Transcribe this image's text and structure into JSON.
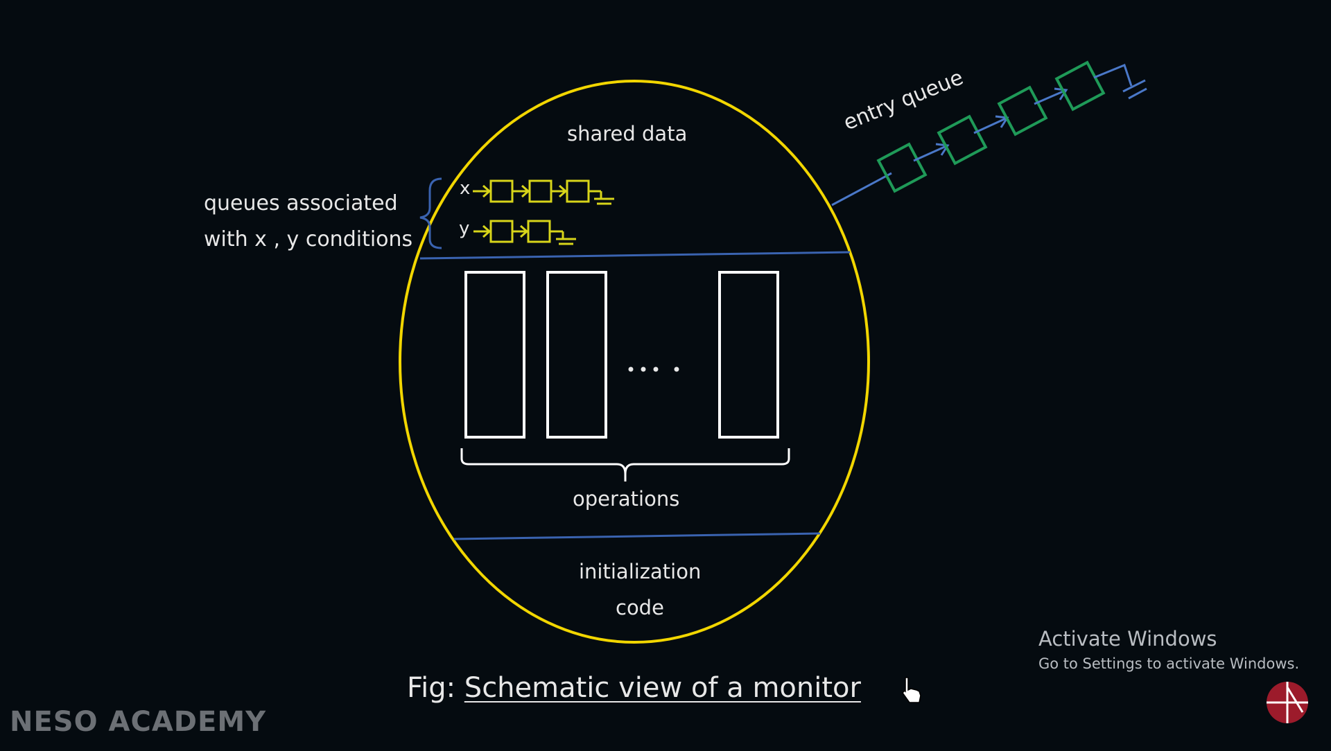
{
  "diagram": {
    "shared_data_label": "shared data",
    "queues_label_line1": "queues associated",
    "queues_label_line2": "with x , y conditions",
    "queue_x_label": "x",
    "queue_y_label": "y",
    "ellipsis": "....",
    "operations_label": "operations",
    "init_label_line1": "initialization",
    "init_label_line2": "code",
    "entry_queue_label": "entry queue",
    "colors": {
      "ellipse": "#f2d600",
      "divider": "#3a63b0",
      "queue_xy": "#d8d51a",
      "entry_queue_box": "#1f9a58",
      "entry_queue_line": "#4a78c8",
      "boxes": "#ffffff"
    }
  },
  "caption": {
    "prefix": "Fig: ",
    "title": "Schematic view of a monitor"
  },
  "watermark": {
    "title": "Activate Windows",
    "subtitle": "Go to Settings to activate Windows."
  },
  "brand": {
    "name": "NESO ACADEMY"
  },
  "cursor": {
    "icon": "hand-pointer-icon"
  },
  "logo": {
    "icon": "neso-logo-icon"
  }
}
